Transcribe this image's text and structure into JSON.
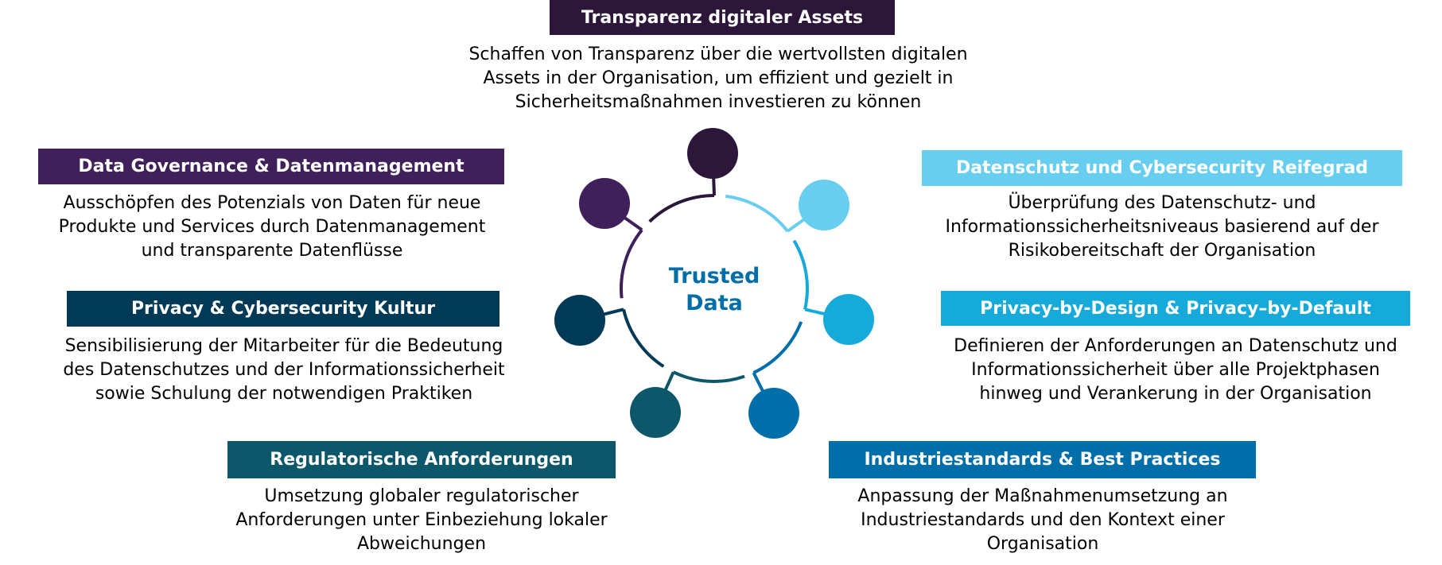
{
  "center": {
    "line1": "Trusted",
    "line2": "Data",
    "color": "#006ea9"
  },
  "topics": [
    {
      "id": "transparency",
      "title": "Transparenz digitaler Assets",
      "color": "#2c1639",
      "lines": [
        "Schaffen von Transparenz über die wertvollsten digitalen",
        "Assets in der Organisation, um effizient und gezielt in",
        "Sicherheitsmaßnahmen investieren zu können"
      ]
    },
    {
      "id": "governance",
      "title": "Data Governance & Datenmanagement",
      "color": "#40205a",
      "lines": [
        "Ausschöpfen des Potenzials von Daten für neue",
        "Produkte und Services durch Datenmanagement",
        "und transparente Datenflüsse"
      ]
    },
    {
      "id": "culture",
      "title": "Privacy & Cybersecurity Kultur",
      "color": "#003a57",
      "lines": [
        "Sensibilisierung der Mitarbeiter für die Bedeutung",
        "des Datenschutzes und der Informationssicherheit",
        "sowie Schulung der notwendigen Praktiken"
      ]
    },
    {
      "id": "regulatory",
      "title": "Regulatorische Anforderungen",
      "color": "#0c586a",
      "lines": [
        "Umsetzung globaler regulatorischer",
        "Anforderungen unter Einbeziehung lokaler",
        "Abweichungen"
      ]
    },
    {
      "id": "maturity",
      "title": "Datenschutz und Cybersecurity Reifegrad",
      "color": "#67cef0",
      "lines": [
        "Überprüfung des Datenschutz- und",
        "Informationssicherheitsniveaus basierend auf der",
        "Risikobereitschaft der Organisation"
      ]
    },
    {
      "id": "pbd",
      "title": "Privacy-by-Design & Privacy–by-Default",
      "color": "#16aadb",
      "lines": [
        "Definieren der Anforderungen an Datenschutz und",
        "Informationssicherheit über alle Projektphasen",
        "hinweg und Verankerung in der Organisation"
      ]
    },
    {
      "id": "standards",
      "title": "Industriestandards & Best Practices",
      "color": "#006ea9",
      "lines": [
        "Anpassung der Maßnahmenumsetzung an",
        "Industriestandards und den Kontext einer",
        "Organisation"
      ]
    }
  ]
}
